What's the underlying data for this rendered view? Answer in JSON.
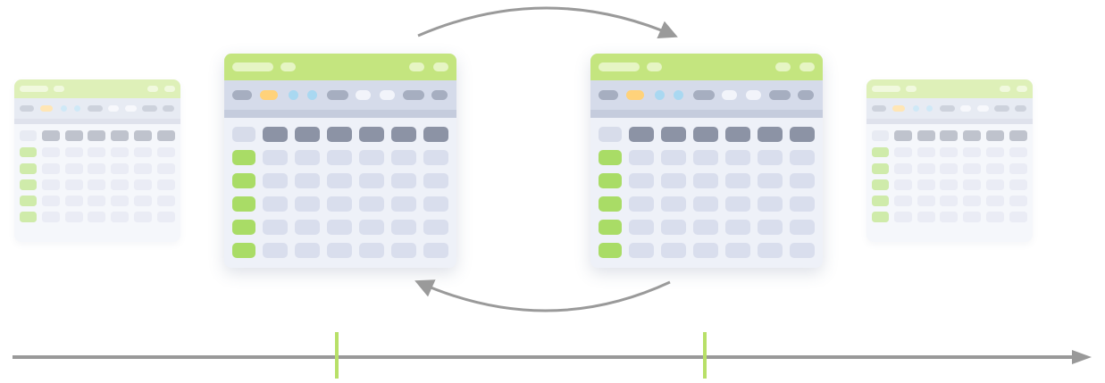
{
  "colors": {
    "titlebar": "#c4e57f",
    "titlebar_pill": "#e6f5c4",
    "toolbar_bg": "#d5dbea",
    "toolbar_pill": "#a6aec0",
    "toolbar_yellow": "#ffd27a",
    "toolbar_blue": "#a9d8f1",
    "toolbar_white": "#f2f4fa",
    "divider": "#c5ccdd",
    "body_bg": "#eef1f8",
    "header_cell": "#8c93a5",
    "corner_cell": "#d7dcea",
    "row_marker": "#a9dc66",
    "data_cell": "#d9deed",
    "arrow": "#9a9a9a",
    "timeline": "#999999",
    "tick": "#b8e068"
  },
  "windows": [
    {
      "id": "left-faded",
      "faded": true,
      "columns": 6,
      "rows": 5
    },
    {
      "id": "main-left",
      "faded": false,
      "columns": 6,
      "rows": 5
    },
    {
      "id": "main-right",
      "faded": false,
      "columns": 6,
      "rows": 5
    },
    {
      "id": "right-faded",
      "faded": true,
      "columns": 6,
      "rows": 5
    }
  ],
  "timeline": {
    "ticks": 2,
    "direction": "right"
  },
  "cycle_arrows": [
    "forward-top",
    "backward-bottom"
  ]
}
